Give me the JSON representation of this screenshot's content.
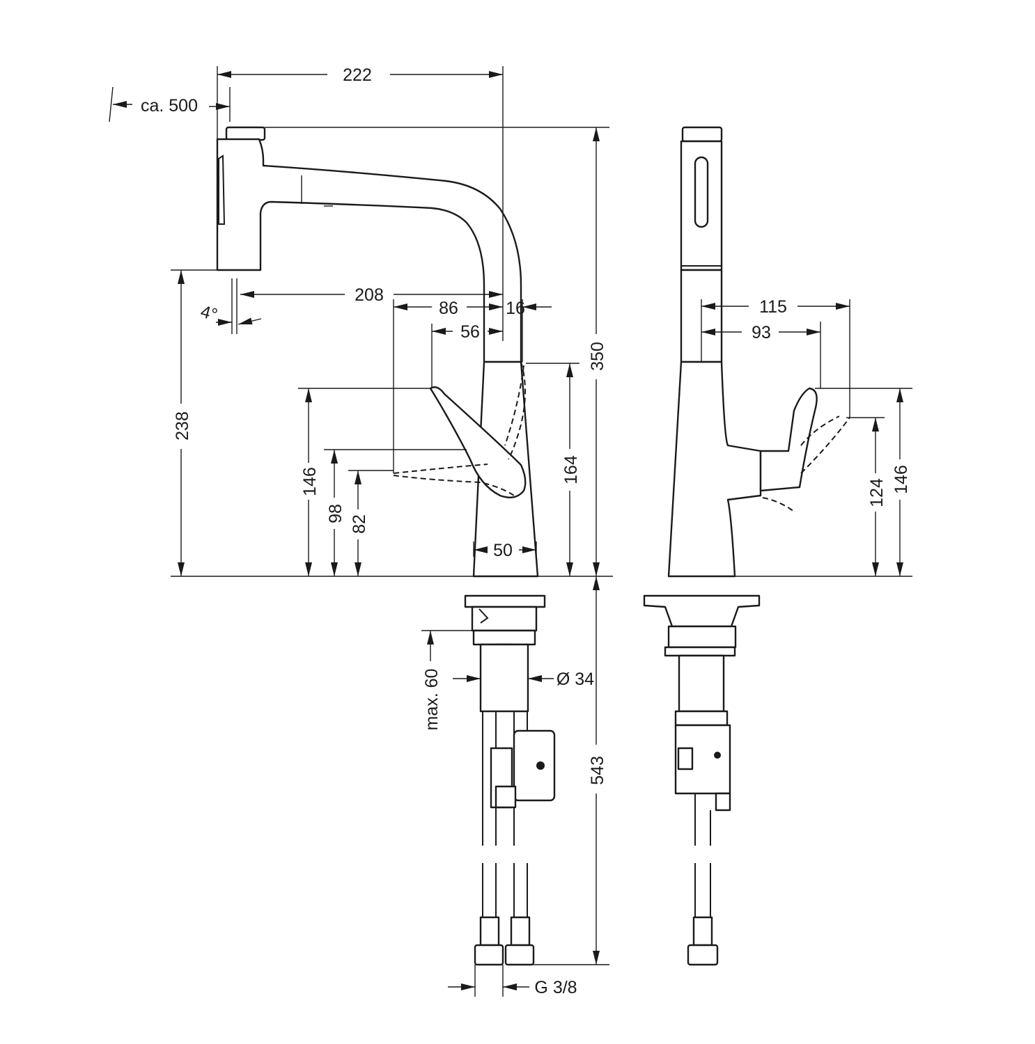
{
  "dimensions": {
    "d222": "222",
    "d500": "ca. 500",
    "d350": "350",
    "d238": "238",
    "d208": "208",
    "d86": "86",
    "d16": "16",
    "d56": "56",
    "d4deg": "4°",
    "d146_left": "146",
    "d98": "98",
    "d82": "82",
    "d164": "164",
    "d50": "50",
    "d115": "115",
    "d93": "93",
    "d124": "124",
    "d146_right": "146",
    "d_max60": "max. 60",
    "d_dia34": "Ø 34",
    "d543": "543",
    "d_g38": "G 3/8"
  }
}
